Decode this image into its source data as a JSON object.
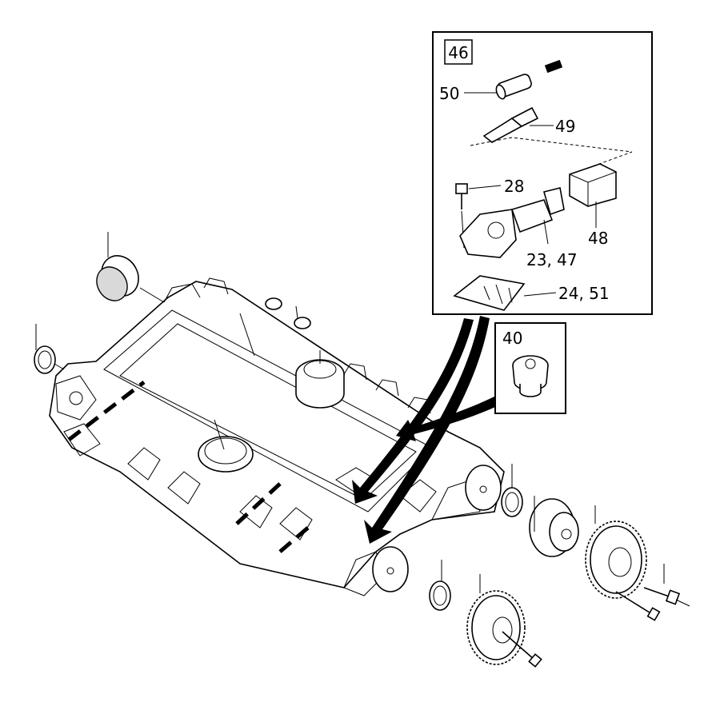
{
  "callouts": {
    "inset_main": "46",
    "hose": "50",
    "sensor_plug": "49",
    "bolt": "28",
    "connector": "48",
    "valve": "23, 47",
    "gasket": "24, 51",
    "inset_plug": "40"
  }
}
